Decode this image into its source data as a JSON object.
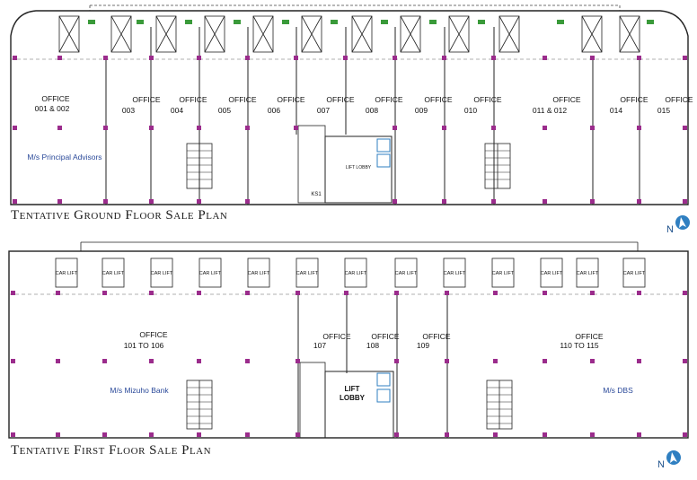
{
  "ground_floor": {
    "caption": "Tentative Ground Floor Sale Plan",
    "offices": [
      {
        "label": "OFFICE",
        "unit": "001 & 002"
      },
      {
        "label": "OFFICE",
        "unit": "003"
      },
      {
        "label": "OFFICE",
        "unit": "004"
      },
      {
        "label": "OFFICE",
        "unit": "005"
      },
      {
        "label": "OFFICE",
        "unit": "006"
      },
      {
        "label": "OFFICE",
        "unit": "007"
      },
      {
        "label": "OFFICE",
        "unit": "008"
      },
      {
        "label": "OFFICE",
        "unit": "009"
      },
      {
        "label": "OFFICE",
        "unit": "010"
      },
      {
        "label": "OFFICE",
        "unit": "011 & 012"
      },
      {
        "label": "OFFICE",
        "unit": "014"
      },
      {
        "label": "OFFICE",
        "unit": "015"
      }
    ],
    "tenant": "M/s Principal Advisors",
    "lobby": "LIFT LOBBY",
    "ks_label": "KS1",
    "north": "N"
  },
  "first_floor": {
    "caption": "Tentative First Floor Sale Plan",
    "car_lift_label": "CAR LIFT",
    "offices": [
      {
        "label": "OFFICE",
        "unit": "101 TO 106"
      },
      {
        "label": "OFFICE",
        "unit": "107"
      },
      {
        "label": "OFFICE",
        "unit": "108"
      },
      {
        "label": "OFFICE",
        "unit": "109"
      },
      {
        "label": "OFFICE",
        "unit": "110 TO 115"
      }
    ],
    "tenants": [
      "M/s Mizuho Bank",
      "M/s DBS"
    ],
    "lobby_line1": "LIFT",
    "lobby_line2": "LOBBY",
    "north": "N"
  },
  "colors": {
    "wall": "#222222",
    "column": "#9b2c8c",
    "tenant_text": "#2b4a9a",
    "north_arrow": "#2f7fc1",
    "accent_green": "#3a9a3a"
  }
}
